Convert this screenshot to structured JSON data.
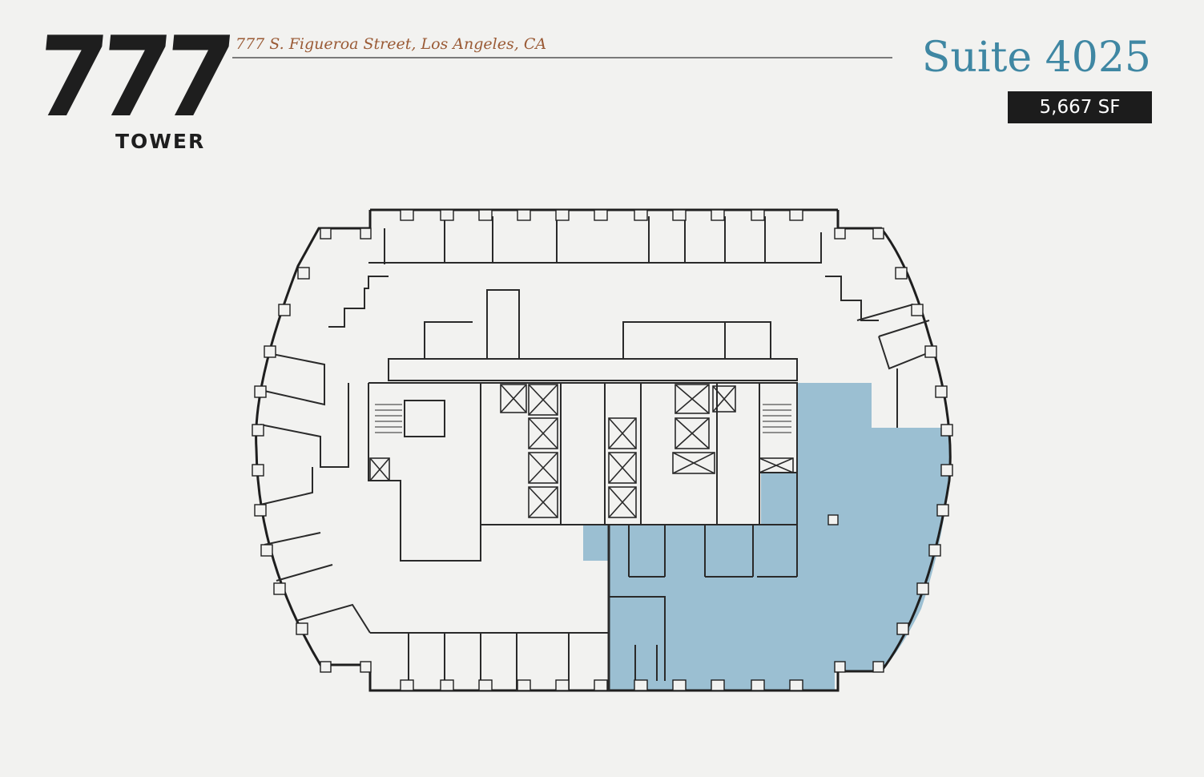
{
  "header": {
    "logo_number": "777",
    "logo_word": "TOWER",
    "address": "777 S. Figueroa Street, Los Angeles, CA",
    "suite_title": "Suite 4025",
    "area_badge": "5,667 SF"
  },
  "floor_plan": {
    "highlighted_suite": "Suite 4025",
    "highlight_color": "#9bbfd2",
    "wall_color": "#1e1e1e",
    "background_color": "#f2f2f0",
    "elements": [
      "exterior-curtain-wall",
      "perimeter-offices",
      "elevator-core",
      "stairwells",
      "restrooms",
      "highlighted-suite-area"
    ]
  },
  "colors": {
    "address_text": "#9a5a35",
    "suite_title": "#3f87a3",
    "badge_bg": "#1c1c1c",
    "badge_text": "#ffffff"
  }
}
